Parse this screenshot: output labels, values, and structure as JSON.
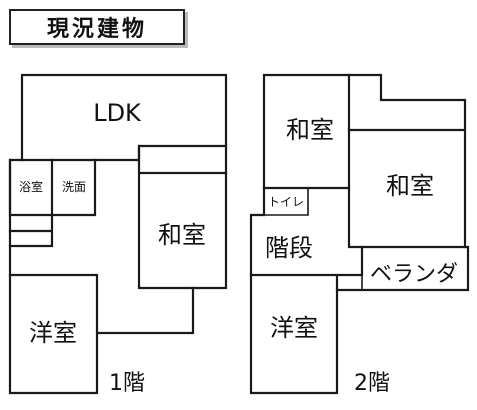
{
  "title": "現況建物",
  "floors": [
    {
      "id": "floor1",
      "label": "1階",
      "rooms": {
        "ldk": "LDK",
        "bath": "浴室",
        "washroom": "洗面",
        "japanese": "和室",
        "western": "洋室"
      }
    },
    {
      "id": "floor2",
      "label": "2階",
      "rooms": {
        "japanese_left": "和室",
        "japanese_right": "和室",
        "toilet": "トイレ",
        "stairs": "階段",
        "veranda": "ベランダ",
        "western": "洋室"
      }
    }
  ]
}
